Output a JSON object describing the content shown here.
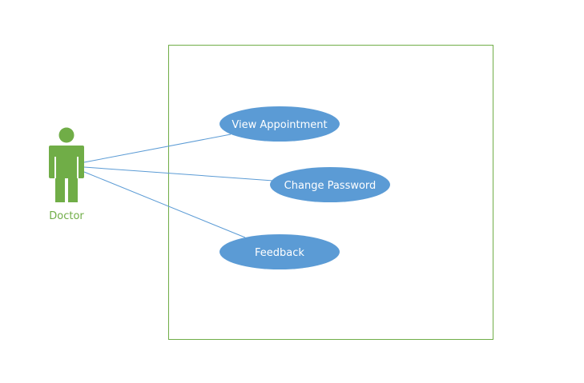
{
  "diagram": {
    "actor": {
      "label": "Doctor",
      "icon": "person-icon"
    },
    "use_cases": [
      {
        "id": "view-appointment",
        "label": "View Appointment"
      },
      {
        "id": "change-password",
        "label": "Change Password"
      },
      {
        "id": "feedback",
        "label": "Feedback"
      }
    ],
    "associations": [
      {
        "from": "Doctor",
        "to": "View Appointment"
      },
      {
        "from": "Doctor",
        "to": "Change Password"
      },
      {
        "from": "Doctor",
        "to": "Feedback"
      }
    ]
  },
  "colors": {
    "actor": "#70ad47",
    "system_boundary": "#70ad47",
    "use_case_fill": "#5b9bd5",
    "use_case_text": "#ffffff",
    "connector": "#5b9bd5",
    "background": "#ffffff"
  }
}
